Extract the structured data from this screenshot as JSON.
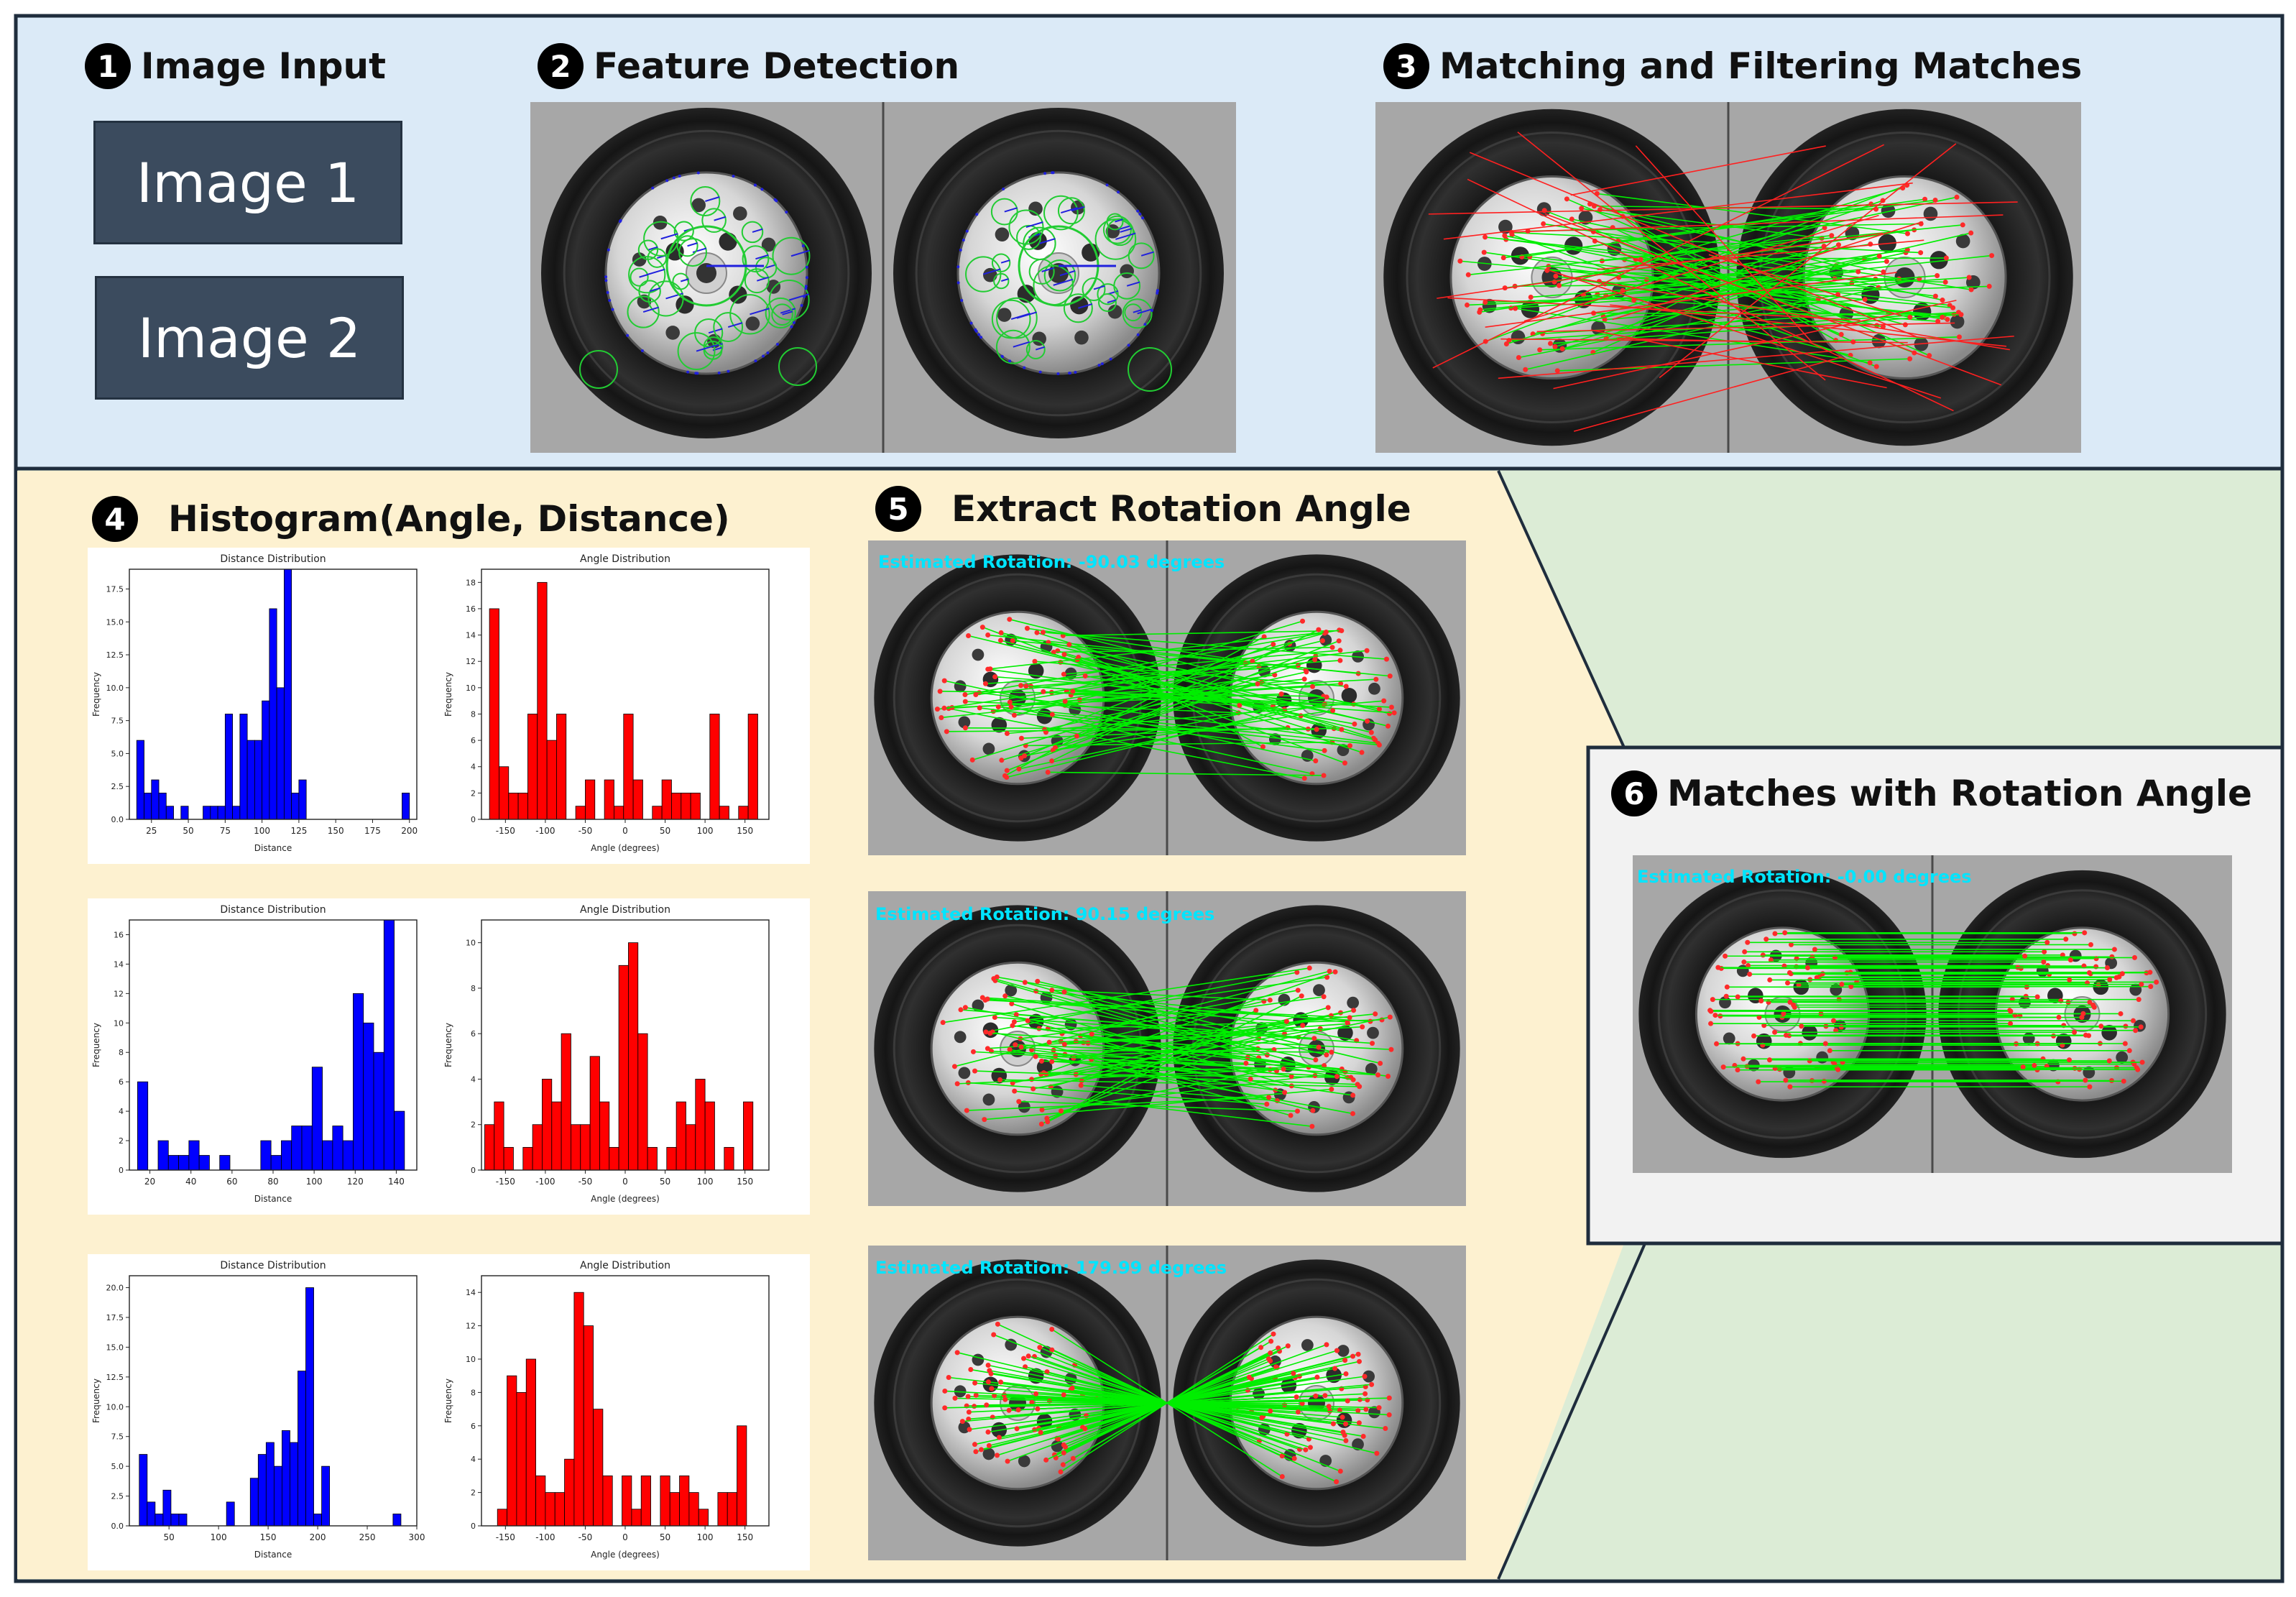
{
  "steps": {
    "s1": {
      "number": "1",
      "title": "Image Input"
    },
    "s2": {
      "number": "2",
      "title": "Feature Detection"
    },
    "s3": {
      "number": "3",
      "title": "Matching and Filtering Matches"
    },
    "s4": {
      "number": "4",
      "title": "Histogram(Angle, Distance)"
    },
    "s5": {
      "number": "5",
      "title": "Extract Rotation Angle"
    },
    "s6": {
      "number": "6",
      "title": "Matches with Rotation Angle"
    }
  },
  "inputs": {
    "image1": "Image 1",
    "image2": "Image 2"
  },
  "rotation_labels": {
    "r1": "Estimated Rotation: -90.03 degrees",
    "r2": "Estimated Rotation: 90.15 degrees",
    "r3": "Estimated Rotation: 179.99 degrees",
    "final": "Estimated Rotation: -0.00 degrees"
  },
  "colors": {
    "top_panel": "#dbeaf7",
    "bottom_left_panel": "#fdf1d0",
    "bottom_right_panel": "#dcecd6",
    "step6_panel": "#f2f2f2",
    "distance_bars": "#0000ff",
    "angle_bars": "#ff0000",
    "good_match": "#00ee00",
    "bad_match": "#ff2020",
    "keypoint": "#2020dd",
    "rotation_text": "#00e5ff"
  },
  "chart_data": [
    {
      "type": "bar",
      "title": "Distance Distribution",
      "xlabel": "Distance",
      "ylabel": "Frequency",
      "xlim": [
        10,
        205
      ],
      "ylim": [
        0,
        19
      ],
      "xticks": [
        25,
        50,
        75,
        100,
        125,
        150,
        175,
        200
      ],
      "yticks": [
        0,
        2.5,
        5.0,
        7.5,
        10.0,
        12.5,
        15.0,
        17.5
      ],
      "bins": [
        {
          "x0": 15,
          "x1": 20,
          "y": 6
        },
        {
          "x0": 20,
          "x1": 25,
          "y": 2
        },
        {
          "x0": 25,
          "x1": 30,
          "y": 3
        },
        {
          "x0": 30,
          "x1": 35,
          "y": 2
        },
        {
          "x0": 35,
          "x1": 40,
          "y": 1
        },
        {
          "x0": 45,
          "x1": 50,
          "y": 1
        },
        {
          "x0": 60,
          "x1": 65,
          "y": 1
        },
        {
          "x0": 65,
          "x1": 70,
          "y": 1
        },
        {
          "x0": 70,
          "x1": 75,
          "y": 1
        },
        {
          "x0": 75,
          "x1": 80,
          "y": 8
        },
        {
          "x0": 80,
          "x1": 85,
          "y": 1
        },
        {
          "x0": 85,
          "x1": 90,
          "y": 8
        },
        {
          "x0": 90,
          "x1": 95,
          "y": 6
        },
        {
          "x0": 95,
          "x1": 100,
          "y": 6
        },
        {
          "x0": 100,
          "x1": 105,
          "y": 9
        },
        {
          "x0": 105,
          "x1": 110,
          "y": 16
        },
        {
          "x0": 110,
          "x1": 115,
          "y": 10
        },
        {
          "x0": 115,
          "x1": 120,
          "y": 19
        },
        {
          "x0": 120,
          "x1": 125,
          "y": 2
        },
        {
          "x0": 125,
          "x1": 130,
          "y": 3
        },
        {
          "x0": 195,
          "x1": 200,
          "y": 2
        }
      ]
    },
    {
      "type": "bar",
      "title": "Angle Distribution",
      "xlabel": "Angle (degrees)",
      "ylabel": "Frequency",
      "xlim": [
        -180,
        180
      ],
      "ylim": [
        0,
        19
      ],
      "xticks": [
        -150,
        -100,
        -50,
        0,
        50,
        100,
        150
      ],
      "yticks": [
        0,
        2,
        4,
        6,
        8,
        10,
        12,
        14,
        16,
        18
      ],
      "bins": [
        {
          "x0": -170,
          "x1": -158,
          "y": 16
        },
        {
          "x0": -158,
          "x1": -146,
          "y": 4
        },
        {
          "x0": -146,
          "x1": -134,
          "y": 2
        },
        {
          "x0": -134,
          "x1": -122,
          "y": 2
        },
        {
          "x0": -122,
          "x1": -110,
          "y": 8
        },
        {
          "x0": -110,
          "x1": -98,
          "y": 18
        },
        {
          "x0": -98,
          "x1": -86,
          "y": 6
        },
        {
          "x0": -86,
          "x1": -74,
          "y": 8
        },
        {
          "x0": -62,
          "x1": -50,
          "y": 1
        },
        {
          "x0": -50,
          "x1": -38,
          "y": 3
        },
        {
          "x0": -26,
          "x1": -14,
          "y": 3
        },
        {
          "x0": -14,
          "x1": -2,
          "y": 1
        },
        {
          "x0": -2,
          "x1": 10,
          "y": 8
        },
        {
          "x0": 10,
          "x1": 22,
          "y": 3
        },
        {
          "x0": 34,
          "x1": 46,
          "y": 1
        },
        {
          "x0": 46,
          "x1": 58,
          "y": 3
        },
        {
          "x0": 58,
          "x1": 70,
          "y": 2
        },
        {
          "x0": 70,
          "x1": 82,
          "y": 2
        },
        {
          "x0": 82,
          "x1": 94,
          "y": 2
        },
        {
          "x0": 106,
          "x1": 118,
          "y": 8
        },
        {
          "x0": 118,
          "x1": 130,
          "y": 1
        },
        {
          "x0": 142,
          "x1": 154,
          "y": 1
        },
        {
          "x0": 154,
          "x1": 166,
          "y": 8
        }
      ]
    },
    {
      "type": "bar",
      "title": "Distance Distribution",
      "xlabel": "Distance",
      "ylabel": "Frequency",
      "xlim": [
        10,
        150
      ],
      "ylim": [
        0,
        17
      ],
      "xticks": [
        20,
        40,
        60,
        80,
        100,
        120,
        140
      ],
      "yticks": [
        0,
        2,
        4,
        6,
        8,
        10,
        12,
        14,
        16
      ],
      "bins": [
        {
          "x0": 14,
          "x1": 19,
          "y": 6
        },
        {
          "x0": 24,
          "x1": 29,
          "y": 2
        },
        {
          "x0": 29,
          "x1": 34,
          "y": 1
        },
        {
          "x0": 34,
          "x1": 39,
          "y": 1
        },
        {
          "x0": 39,
          "x1": 44,
          "y": 2
        },
        {
          "x0": 44,
          "x1": 49,
          "y": 1
        },
        {
          "x0": 54,
          "x1": 59,
          "y": 1
        },
        {
          "x0": 74,
          "x1": 79,
          "y": 2
        },
        {
          "x0": 79,
          "x1": 84,
          "y": 1
        },
        {
          "x0": 84,
          "x1": 89,
          "y": 2
        },
        {
          "x0": 89,
          "x1": 94,
          "y": 3
        },
        {
          "x0": 94,
          "x1": 99,
          "y": 3
        },
        {
          "x0": 99,
          "x1": 104,
          "y": 7
        },
        {
          "x0": 104,
          "x1": 109,
          "y": 2
        },
        {
          "x0": 109,
          "x1": 114,
          "y": 3
        },
        {
          "x0": 114,
          "x1": 119,
          "y": 2
        },
        {
          "x0": 119,
          "x1": 124,
          "y": 12
        },
        {
          "x0": 124,
          "x1": 129,
          "y": 10
        },
        {
          "x0": 129,
          "x1": 134,
          "y": 8
        },
        {
          "x0": 134,
          "x1": 139,
          "y": 17
        },
        {
          "x0": 139,
          "x1": 144,
          "y": 4
        }
      ]
    },
    {
      "type": "bar",
      "title": "Angle Distribution",
      "xlabel": "Angle (degrees)",
      "ylabel": "Frequency",
      "xlim": [
        -180,
        180
      ],
      "ylim": [
        0,
        11
      ],
      "xticks": [
        -150,
        -100,
        -50,
        0,
        50,
        100,
        150
      ],
      "yticks": [
        0,
        2,
        4,
        6,
        8,
        10
      ],
      "bins": [
        {
          "x0": -176,
          "x1": -164,
          "y": 2
        },
        {
          "x0": -164,
          "x1": -152,
          "y": 3
        },
        {
          "x0": -152,
          "x1": -140,
          "y": 1
        },
        {
          "x0": -128,
          "x1": -116,
          "y": 1
        },
        {
          "x0": -116,
          "x1": -104,
          "y": 2
        },
        {
          "x0": -104,
          "x1": -92,
          "y": 4
        },
        {
          "x0": -92,
          "x1": -80,
          "y": 3
        },
        {
          "x0": -80,
          "x1": -68,
          "y": 6
        },
        {
          "x0": -68,
          "x1": -56,
          "y": 2
        },
        {
          "x0": -56,
          "x1": -44,
          "y": 2
        },
        {
          "x0": -44,
          "x1": -32,
          "y": 5
        },
        {
          "x0": -32,
          "x1": -20,
          "y": 3
        },
        {
          "x0": -20,
          "x1": -8,
          "y": 1
        },
        {
          "x0": -8,
          "x1": 4,
          "y": 9
        },
        {
          "x0": 4,
          "x1": 16,
          "y": 10
        },
        {
          "x0": 16,
          "x1": 28,
          "y": 6
        },
        {
          "x0": 28,
          "x1": 40,
          "y": 1
        },
        {
          "x0": 52,
          "x1": 64,
          "y": 1
        },
        {
          "x0": 64,
          "x1": 76,
          "y": 3
        },
        {
          "x0": 76,
          "x1": 88,
          "y": 2
        },
        {
          "x0": 88,
          "x1": 100,
          "y": 4
        },
        {
          "x0": 100,
          "x1": 112,
          "y": 3
        },
        {
          "x0": 124,
          "x1": 136,
          "y": 1
        },
        {
          "x0": 148,
          "x1": 160,
          "y": 3
        }
      ]
    },
    {
      "type": "bar",
      "title": "Distance Distribution",
      "xlabel": "Distance",
      "ylabel": "Frequency",
      "xlim": [
        10,
        300
      ],
      "ylim": [
        0,
        21
      ],
      "xticks": [
        50,
        100,
        150,
        200,
        250,
        300
      ],
      "yticks": [
        0,
        2.5,
        5.0,
        7.5,
        10.0,
        12.5,
        15.0,
        17.5,
        20.0
      ],
      "bins": [
        {
          "x0": 20,
          "x1": 28,
          "y": 6
        },
        {
          "x0": 28,
          "x1": 36,
          "y": 2
        },
        {
          "x0": 36,
          "x1": 44,
          "y": 1
        },
        {
          "x0": 44,
          "x1": 52,
          "y": 3
        },
        {
          "x0": 52,
          "x1": 60,
          "y": 1
        },
        {
          "x0": 60,
          "x1": 68,
          "y": 1
        },
        {
          "x0": 108,
          "x1": 116,
          "y": 2
        },
        {
          "x0": 132,
          "x1": 140,
          "y": 4
        },
        {
          "x0": 140,
          "x1": 148,
          "y": 6
        },
        {
          "x0": 148,
          "x1": 156,
          "y": 7
        },
        {
          "x0": 156,
          "x1": 164,
          "y": 5
        },
        {
          "x0": 164,
          "x1": 172,
          "y": 8
        },
        {
          "x0": 172,
          "x1": 180,
          "y": 7
        },
        {
          "x0": 180,
          "x1": 188,
          "y": 13
        },
        {
          "x0": 188,
          "x1": 196,
          "y": 20
        },
        {
          "x0": 196,
          "x1": 204,
          "y": 1
        },
        {
          "x0": 204,
          "x1": 212,
          "y": 5
        },
        {
          "x0": 276,
          "x1": 284,
          "y": 1
        }
      ]
    },
    {
      "type": "bar",
      "title": "Angle Distribution",
      "xlabel": "Angle (degrees)",
      "ylabel": "Frequency",
      "xlim": [
        -180,
        180
      ],
      "ylim": [
        0,
        15
      ],
      "xticks": [
        -150,
        -100,
        -50,
        0,
        50,
        100,
        150
      ],
      "yticks": [
        0,
        2,
        4,
        6,
        8,
        10,
        12,
        14
      ],
      "bins": [
        {
          "x0": -160,
          "x1": -148,
          "y": 1
        },
        {
          "x0": -148,
          "x1": -136,
          "y": 9
        },
        {
          "x0": -136,
          "x1": -124,
          "y": 8
        },
        {
          "x0": -124,
          "x1": -112,
          "y": 10
        },
        {
          "x0": -112,
          "x1": -100,
          "y": 3
        },
        {
          "x0": -100,
          "x1": -88,
          "y": 2
        },
        {
          "x0": -88,
          "x1": -76,
          "y": 2
        },
        {
          "x0": -76,
          "x1": -64,
          "y": 4
        },
        {
          "x0": -64,
          "x1": -52,
          "y": 14
        },
        {
          "x0": -52,
          "x1": -40,
          "y": 12
        },
        {
          "x0": -40,
          "x1": -28,
          "y": 7
        },
        {
          "x0": -28,
          "x1": -16,
          "y": 3
        },
        {
          "x0": -4,
          "x1": 8,
          "y": 3
        },
        {
          "x0": 8,
          "x1": 20,
          "y": 1
        },
        {
          "x0": 20,
          "x1": 32,
          "y": 3
        },
        {
          "x0": 44,
          "x1": 56,
          "y": 3
        },
        {
          "x0": 56,
          "x1": 68,
          "y": 2
        },
        {
          "x0": 68,
          "x1": 80,
          "y": 3
        },
        {
          "x0": 80,
          "x1": 92,
          "y": 2
        },
        {
          "x0": 92,
          "x1": 104,
          "y": 1
        },
        {
          "x0": 116,
          "x1": 128,
          "y": 2
        },
        {
          "x0": 128,
          "x1": 140,
          "y": 2
        },
        {
          "x0": 140,
          "x1": 152,
          "y": 6
        }
      ]
    }
  ]
}
